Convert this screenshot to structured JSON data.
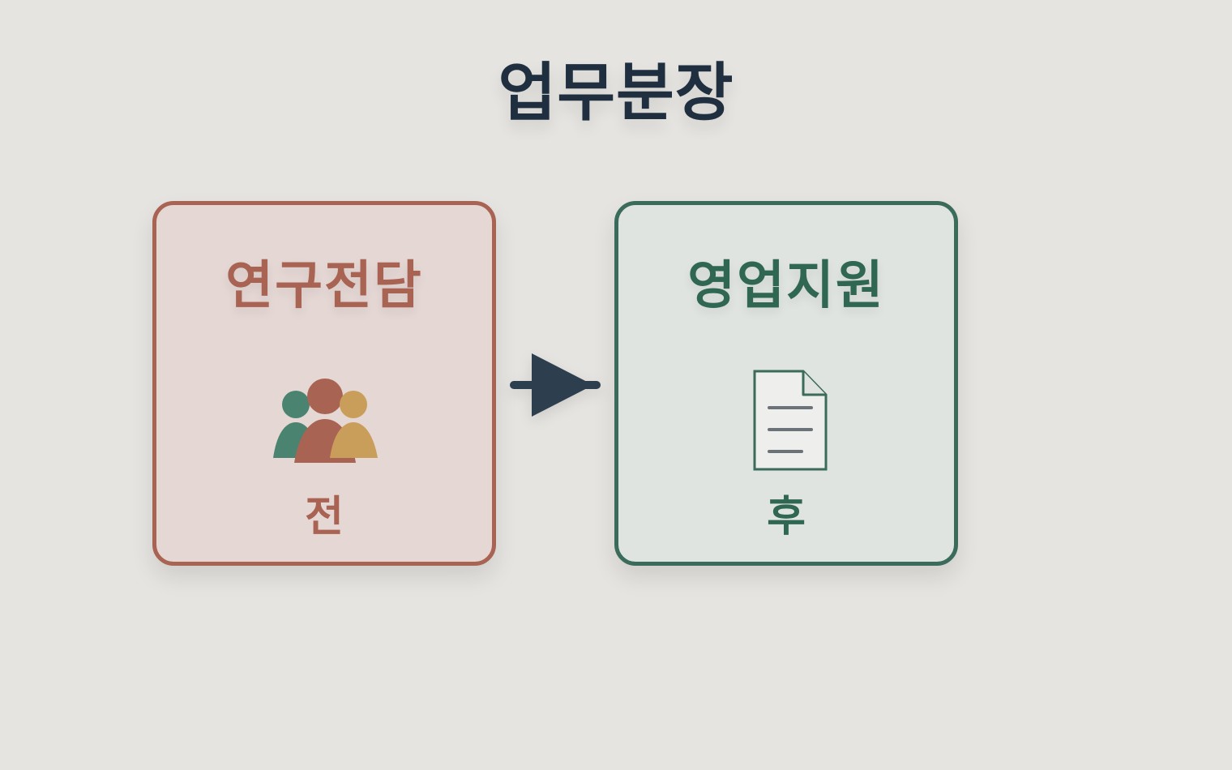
{
  "title": "업무분장",
  "before": {
    "label": "연구전담",
    "caption": "전",
    "icon": "people-group-icon",
    "color": "#a96353"
  },
  "after": {
    "label": "영업지원",
    "caption": "후",
    "icon": "document-icon",
    "color": "#3a6b5b"
  },
  "arrow_icon": "arrow-right-icon"
}
